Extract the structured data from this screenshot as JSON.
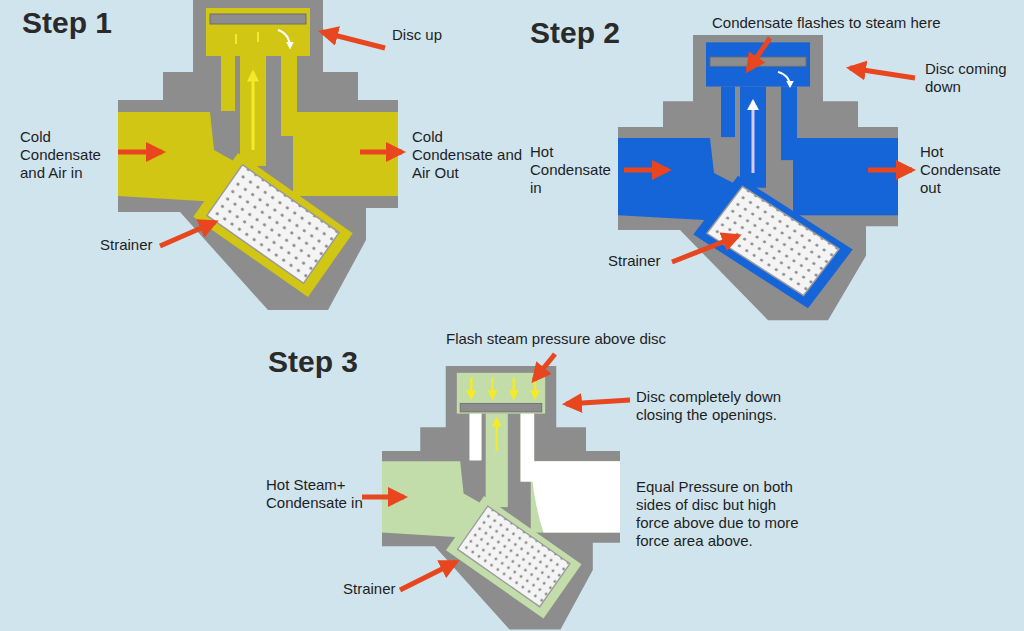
{
  "diagram": {
    "labels": [
      "Step 1",
      "Disc up",
      "Cold Condensate and Air in",
      "Cold Condensate and Air Out",
      "Strainer",
      "Step 2",
      "Condensate flashes to steam here",
      "Disc coming down",
      "Hot Condensate in",
      "Hot Condensate out",
      "Strainer",
      "Step 3",
      "Flash steam pressure above disc",
      "Disc completely down closing the openings.",
      "Hot Steam+ Condensate in",
      "Equal Pressure on both sides of disc but high force above due to more force area above.",
      "Strainer"
    ]
  }
}
